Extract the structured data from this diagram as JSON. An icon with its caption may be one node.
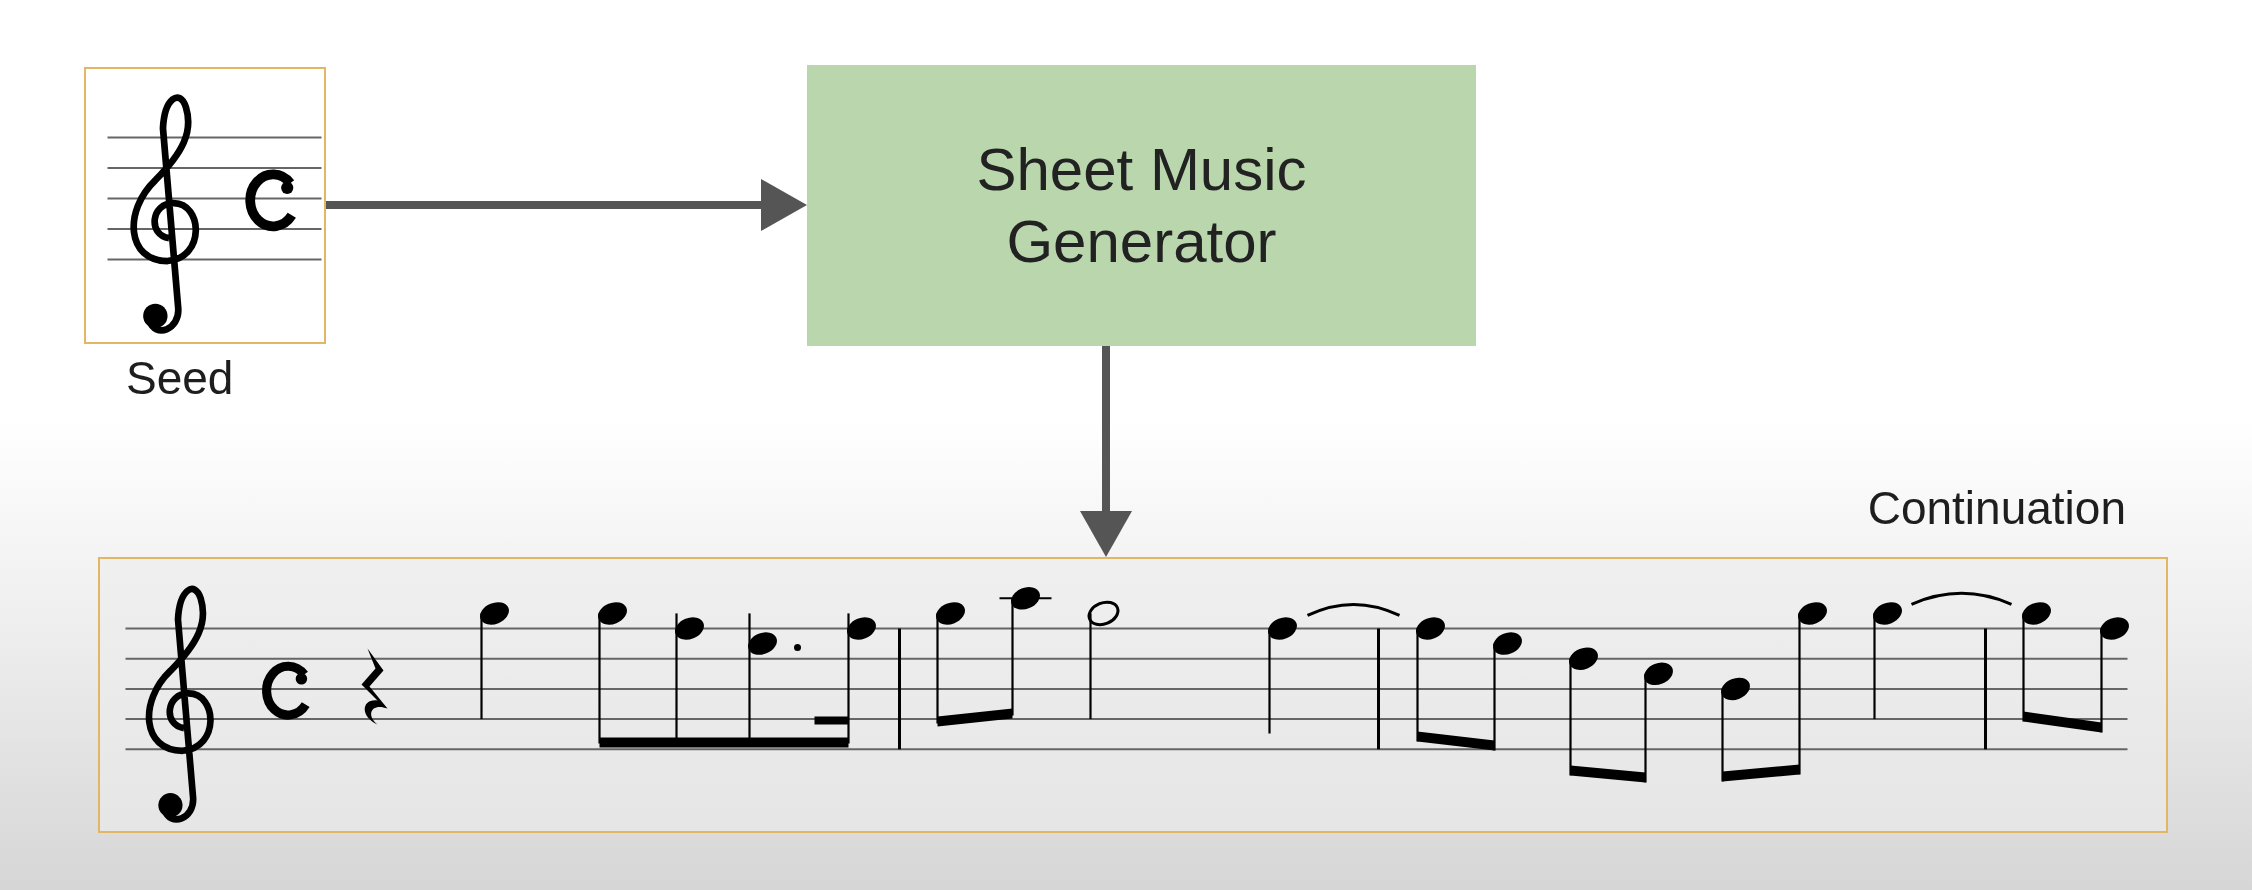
{
  "diagram": {
    "nodes": [
      {
        "text": [
          "Seed"
        ]
      },
      {
        "text": [
          "Sheet Music Generator"
        ]
      },
      {
        "text": [
          "Continuation"
        ]
      }
    ],
    "edges": [
      {
        "from": 0,
        "to": 1,
        "arrow": "to"
      },
      {
        "from": 1,
        "to": 2,
        "arrow": "to"
      }
    ]
  }
}
